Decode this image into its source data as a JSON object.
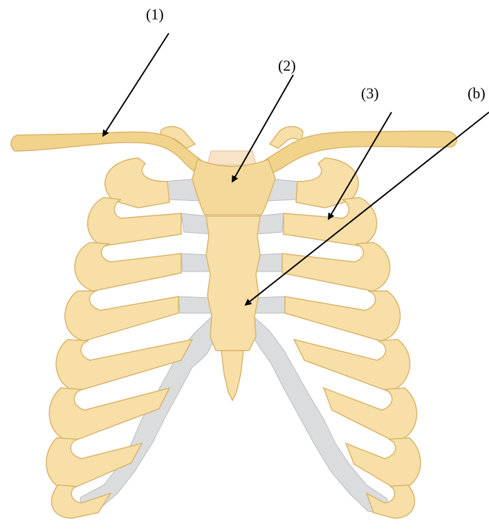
{
  "labels": {
    "l1": "(1)",
    "l2": "(2)",
    "l3": "(3)",
    "lb": "(b)"
  },
  "colors": {
    "bone_fill": "#f7dfa7",
    "bone_edge": "#d9b46a",
    "bone_shadow": "#c9a24a",
    "cartilage": "#dadcdd",
    "cartilage_edge": "#b9bcbe",
    "clavicle": "#f1d38c",
    "manubrium": "#f5d99a",
    "arrow": "#000000"
  }
}
